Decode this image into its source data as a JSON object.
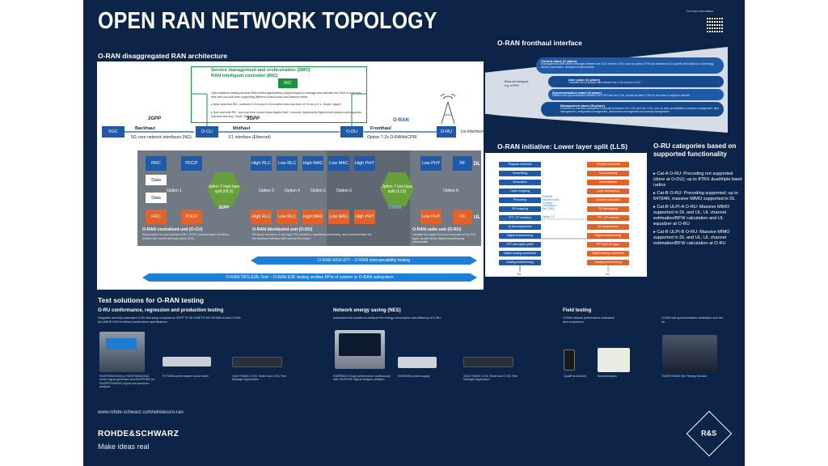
{
  "title": "OPEN RAN NETWORK TOPOLOGY",
  "more_info": "For more information",
  "architecture": {
    "heading": "O-RAN disaggregated RAN architecture",
    "smo_title": "Service management and orchestration (SMO)",
    "ric_title": "RAN intelligent controller (RIC)",
    "ric_box": "RIC",
    "ric_text": "Open platform hosting several RAN control applications (xApps/rApps) to manage and optimize the RAN in both real-time and non-real-time supporting different control loops and latency needs:",
    "ric_bullet1": "▸ Near-real-time RIC: controls O-CUs and O-DUs within near-real-time of 10 ms to 1 s. Hosts \"xApps\".",
    "ric_bullet2": "▸ Non-real-time RIC: non-real-time control loops higher than 1 second; implements higher-level policies and supports machine learning. Hosts \"rApps\".",
    "fivegc": "5GC",
    "backhaul": "Backhaul",
    "ng": "5G core network interfaces (NG)",
    "ocu": "O-CU",
    "midhaul": "Midhaul",
    "f1": "F1 interface (Ethernet)",
    "odu": "O-DU",
    "fronthaul": "Fronthaul",
    "oran_logo": "O-RAN",
    "option72": "Option 7-2x O-RAN/eCPRI",
    "oru": "O-RU",
    "uu": "Uu interface",
    "logo_3gpp": "3GPP",
    "rrc": "RRC",
    "data1": "Data",
    "data2": "Data",
    "pdcp": "PDCP",
    "high_rlc": "High RLC",
    "low_rlc": "Low RLC",
    "high_mac": "High MAC",
    "low_mac": "Low MAC",
    "high_phy": "High PHY",
    "low_phy": "Low PHY",
    "rf": "RF",
    "option1": "Option 1",
    "option2": "Option 2 high layer split (HLS)",
    "option3": "Option 3",
    "option4": "Option 4",
    "option5": "Option 5",
    "option6": "Option 6",
    "option7": "Option 7 low layer split (LLS)",
    "option8": "Option 8",
    "dl": "DL",
    "ul": "UL",
    "ocu_title": "O-RAN centralized unit (O-CU)",
    "ocu_text": "Responsible for non-real-time RRC, PDCP protocol stack functions; divided into control and user plane (C/U)",
    "odu_title": "O-RAN distributed unit (O-DU)",
    "odu_text": "Performs real-time L2 and high PHY functions, baseband processing, and communicates via the fronthaul interface with several RU nodes",
    "oru_title": "O-RAN radio unit (O-RU)",
    "oru_text": "Handles the digital front end and parts of the PHY layer, as well as the digital beamforming functionality",
    "wg4": "O-RAN WG4.IOT – O-RAN interoperability testing",
    "e2e": "O-RAN.TIFG.E2E-Test – O-RAN E2E testing verifies KPIs of system or O-RAN subsystem"
  },
  "fronthaul": {
    "heading": "O-RAN fronthaul interface",
    "ethernet": "Ethernet transport, e.g. eCPRI",
    "cplane_title": "Control plane (C-plane)",
    "cplane_text": "Exchanges real-time control messages between the O-DU and the O-RU, such as symbol, PRB and beamform (DL) specific information on numerology, delivery parameters, dedicated measurements",
    "uplane_title": "User plane (U-plane)",
    "uplane_text": "Transfers the IQ sample data between the O-DU and the O-RU",
    "splane_title": "Synchronization plane (S-plane)",
    "splane_text": "Enables time synchronization between the O-RU and the O-DU, as well as other O-RUs in the same or adjacent network",
    "mplane_title": "Management plane (M-plane)",
    "mplane_text": "Enables non-real-time management operations between the O-DU and the O-RU, such as start-up installation, software management, fault management, configuration management, performance management and security management"
  },
  "lls": {
    "heading": "O-RAN initiative: Lower layer split (LLS)",
    "left_blocks": [
      "Physical channels",
      "Scrambling",
      "Modulation",
      "Layer mapping",
      "Precoding",
      "RE mapping",
      "FFT, CP insertion",
      "IQ decompression",
      "Digital beamforming",
      "FFT and cyclic prefix",
      "Digital analog conversion",
      "Analog beamforming"
    ],
    "right_blocks": [
      "Physical channels",
      "Descrambling",
      "Demodulation",
      "Layer demapping",
      "Channel estimation",
      "RE demapping",
      "FFT, CP removal",
      "IQ compression",
      "Digital beamforming",
      "FFT and CP gaps",
      "Digital analog conversion",
      "Analog beamforming"
    ],
    "split_note": "Possible extension (not in specs; precoding in the O-RU)",
    "split_label": "Option 7-2",
    "dl": "DL",
    "ul": "UL"
  },
  "categories": {
    "heading": "O-RU categories based on supported functionality",
    "items": [
      "▸ Cat-A O-RU: Precoding not supported (done at O-DU); up to 8TRX dual/triple band radios",
      "▸ Cat-B O-RU: Precoding supported; up to 64T64R; massive MIMO supported in DL",
      "▸ Cat-B ULPI-A O-RU: Massive MIMO supported in DL and UL; UL channel estimation/BFW calculation and UL equalizer at O-RU",
      "▸ Cat-B ULPI-B O-RU: Massive MIMO supported in DL and UL; UL channel estimation/BFW calculation at O-RU"
    ]
  },
  "testing": {
    "heading": "Test solutions for O-RAN testing",
    "conformance_title": "O-RU conformance, regression and production testing",
    "conformance_text": "Integrated and fully automated O-RU test setup compliant to 3GPP TS 38.104/ETSI EN 301908-24 and O-RAN ALLIANCE WG4 fronthaul conformance specifications",
    "nes_title": "Network energy saving (NES)",
    "nes_text": "Automated test solution to measure the energy consumption and efficiency of O-RU.",
    "field_title": "Field testing",
    "field_text1": "O-RAN network performance evaluation and comparison",
    "field_text2": "O-RAN cell synchronization verification over the air",
    "products": [
      "R&S®SMW200A (or R&S®SMM100A) vector signal generator and R&S®FSW (or R&S®FSVA3000) signal and spectrum analyzer",
      "PVT360A performance vector tester",
      "VIAVI TM500 O-RU Tester and O-RU Test Manager Application",
      "R&S®MXO 5 high performance oscilloscope with R&S®VSE signal analysis software",
      "R&S®NGx power supply",
      "VIAVI TM500 O-RU Tester and O-RU Test Manager Application",
      "QualiPoc Android",
      "SmartAnalytics",
      "R&S®TSME6 Site Testing Solution"
    ]
  },
  "footer": {
    "url": "www.rohde-schwarz.com/wireless/o-ran",
    "brand": "ROHDE&SCHWARZ",
    "tagline": "Make ideas real",
    "emblem": "R&S"
  }
}
